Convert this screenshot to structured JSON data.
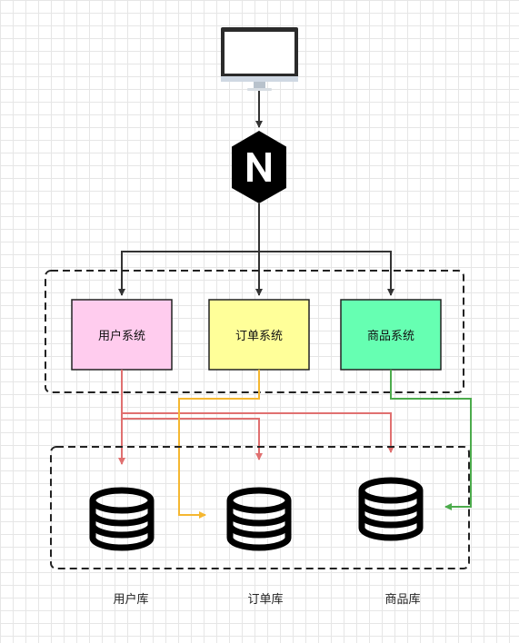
{
  "systems": [
    {
      "label": "用户系统",
      "fill": "#ffccee"
    },
    {
      "label": "订单系统",
      "fill": "#ffff99"
    },
    {
      "label": "商品系统",
      "fill": "#66ffb2"
    }
  ],
  "databases": [
    {
      "label": "用户库"
    },
    {
      "label": "订单库"
    },
    {
      "label": "商品库"
    }
  ],
  "colors": {
    "arrow_dark": "#333333",
    "user_link": "#e07070",
    "order_link": "#f5b731",
    "product_link": "#4cab4c",
    "nginx": "#000000"
  },
  "icons": {
    "client": "monitor-icon",
    "gateway": "nginx-icon",
    "database": "database-icon"
  }
}
